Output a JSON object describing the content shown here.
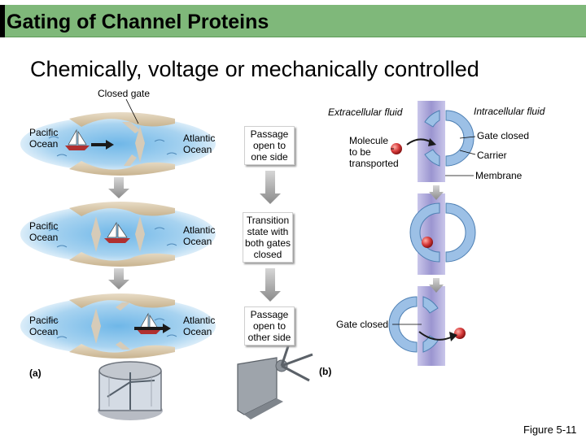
{
  "slide": {
    "title": "Gating of Channel Proteins",
    "subtitle": "Chemically, voltage or mechanically controlled",
    "figure_label": "Figure 5-11"
  },
  "panel_a": {
    "marker": "(a)",
    "closed_gate_label": "Closed gate",
    "rows": [
      {
        "left": "Pacific\nOcean",
        "right": "Atlantic\nOcean",
        "state": "Passage\nopen to\none side"
      },
      {
        "left": "Pacific\nOcean",
        "right": "Atlantic\nOcean",
        "state": "Transition\nstate with\nboth gates\nclosed"
      },
      {
        "left": "Pacific\nOcean",
        "right": "Atlantic\nOcean",
        "state": "Passage\nopen to\nother side"
      }
    ]
  },
  "panel_b": {
    "marker": "(b)",
    "extracellular_label": "Extracellular fluid",
    "intracellular_label": "Intracellular fluid",
    "molecule_label": "Molecule\nto be\ntransported",
    "gate_closed_top": "Gate closed",
    "carrier_label": "Carrier",
    "membrane_label": "Membrane",
    "gate_closed_bottom": "Gate closed"
  },
  "colors": {
    "title_bar": "#7fb87a",
    "water": "#a8d3f0",
    "rock": "#d9c7a7",
    "membrane": "#a9a4d6",
    "carrier": "#9cc0e6",
    "molecule": "#d63a3a",
    "arrow": "#a0a0a0"
  }
}
